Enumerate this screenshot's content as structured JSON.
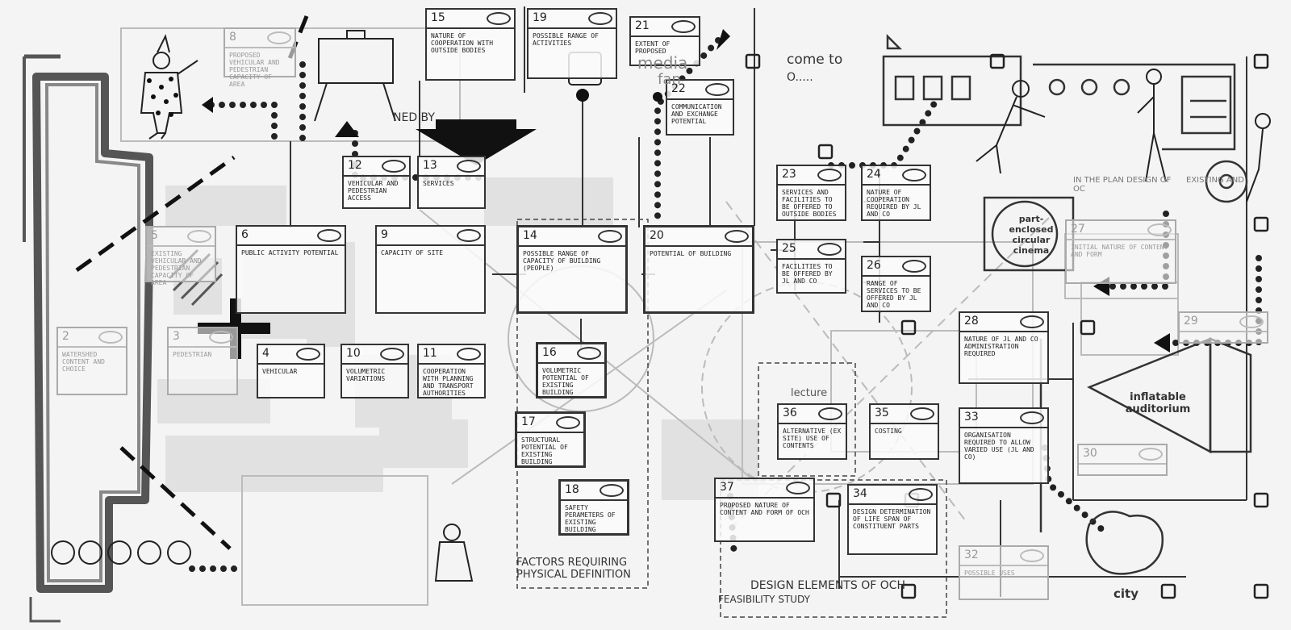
{
  "boxes": [
    {
      "num": "8",
      "text": "PROPOSED VEHICULAR AND PEDESTRIAN CAPACITY OF AREA"
    },
    {
      "num": "15",
      "text": "NATURE OF COOPERATION WITH OUTSIDE BODIES"
    },
    {
      "num": "19",
      "text": "POSSIBLE RANGE OF ACTIVITIES"
    },
    {
      "num": "21",
      "text": "EXTENT OF PROPOSED"
    },
    {
      "num": "22",
      "text": "COMMUNICATION AND EXCHANGE POTENTIAL"
    },
    {
      "num": "12",
      "text": "VEHICULAR AND PEDESTRIAN ACCESS"
    },
    {
      "num": "13",
      "text": "SERVICES"
    },
    {
      "num": "5",
      "text": "EXISTING VEHICULAR AND PEDESTRIAN CAPACITY OF AREA"
    },
    {
      "num": "6",
      "text": "PUBLIC ACTIVITY POTENTIAL"
    },
    {
      "num": "9",
      "text": "CAPACITY OF SITE"
    },
    {
      "num": "14",
      "text": "POSSIBLE RANGE OF CAPACITY OF BUILDING (PEOPLE)"
    },
    {
      "num": "20",
      "text": "POTENTIAL OF BUILDING"
    },
    {
      "num": "23",
      "text": "SERVICES AND FACILITIES TO BE OFFERED TO OUTSIDE BODIES"
    },
    {
      "num": "24",
      "text": "NATURE OF COOPERATION REQUIRED BY JL AND CO"
    },
    {
      "num": "25",
      "text": "FACILITIES TO BE OFFERED BY JL AND CO"
    },
    {
      "num": "26",
      "text": "RANGE OF SERVICES TO BE OFFERED BY JL AND CO"
    },
    {
      "num": "27",
      "text": "INITIAL NATURE OF CONTENT AND FORM"
    },
    {
      "num": "2",
      "text": "WATERSHED CONTENT AND CHOICE"
    },
    {
      "num": "3",
      "text": "PEDESTRIAN"
    },
    {
      "num": "4",
      "text": "VEHICULAR"
    },
    {
      "num": "10",
      "text": "VOLUMETRIC VARIATIONS"
    },
    {
      "num": "11",
      "text": "COOPERATION WITH PLANNING AND TRANSPORT AUTHORITIES"
    },
    {
      "num": "16",
      "text": "VOLUMETRIC POTENTIAL OF EXISTING BUILDING"
    },
    {
      "num": "17",
      "text": "STRUCTURAL POTENTIAL OF EXISTING BUILDING"
    },
    {
      "num": "18",
      "text": "SAFETY PERAMETERS OF EXISTING BUILDING"
    },
    {
      "num": "28",
      "text": "NATURE OF JL AND CO ADMINISTRATION REQUIRED"
    },
    {
      "num": "36",
      "text": "ALTERNATIVE (EX SITE) USE OF CONTENTS"
    },
    {
      "num": "35",
      "text": "COSTING"
    },
    {
      "num": "33",
      "text": "ORGANISATION REQUIRED TO ALLOW VARIED USE (JL AND CO)"
    },
    {
      "num": "37",
      "text": "PROPOSED NATURE OF CONTENT AND FORM OF OCH"
    },
    {
      "num": "34",
      "text": "DESIGN DETERMINATION OF LIFE SPAN OF CONSTITUENT PARTS"
    },
    {
      "num": "32",
      "text": "POSSIBLE USES"
    },
    {
      "num": "29",
      "text": ""
    },
    {
      "num": "30",
      "text": ""
    }
  ],
  "labels": {
    "factors": "FACTORS REQUIRING PHYSICAL DEFINITION",
    "design": "DESIGN ELEMENTS OF OCH",
    "feasibility": "FEASIBILITY  STUDY",
    "come_to": "come to",
    "come_to_2": "O.....",
    "needed_by": "NED BY",
    "media": "media",
    "media_2": "fan",
    "cinema": "part-enclosed circular cinema",
    "inflatable": "inflatable auditorium",
    "city": "city",
    "lecture": "lecture",
    "in_the_plan": "IN THE PLAN DESIGN OF OC",
    "existing": "EXISTING AND"
  },
  "colors": {
    "ink": "#222222",
    "faint": "#aaaaaa",
    "paper": "#f4f4f4"
  }
}
